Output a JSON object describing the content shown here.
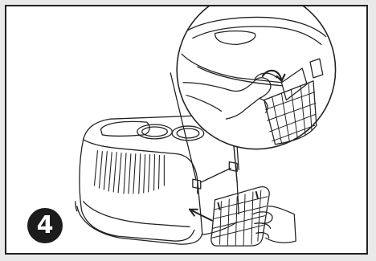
{
  "step": {
    "number": "4"
  },
  "colors": {
    "line": "#222222",
    "background": "#ffffff",
    "badge": "#1c1c1c",
    "badge_text": "#ffffff"
  },
  "figure": {
    "subjects": [
      "pet-carrier",
      "door-grille",
      "hand-inserting-door",
      "hand-pressing-latch",
      "detail-magnifier"
    ],
    "icons": [
      "insert-arrow-icon",
      "curved-arrow-icon"
    ]
  }
}
